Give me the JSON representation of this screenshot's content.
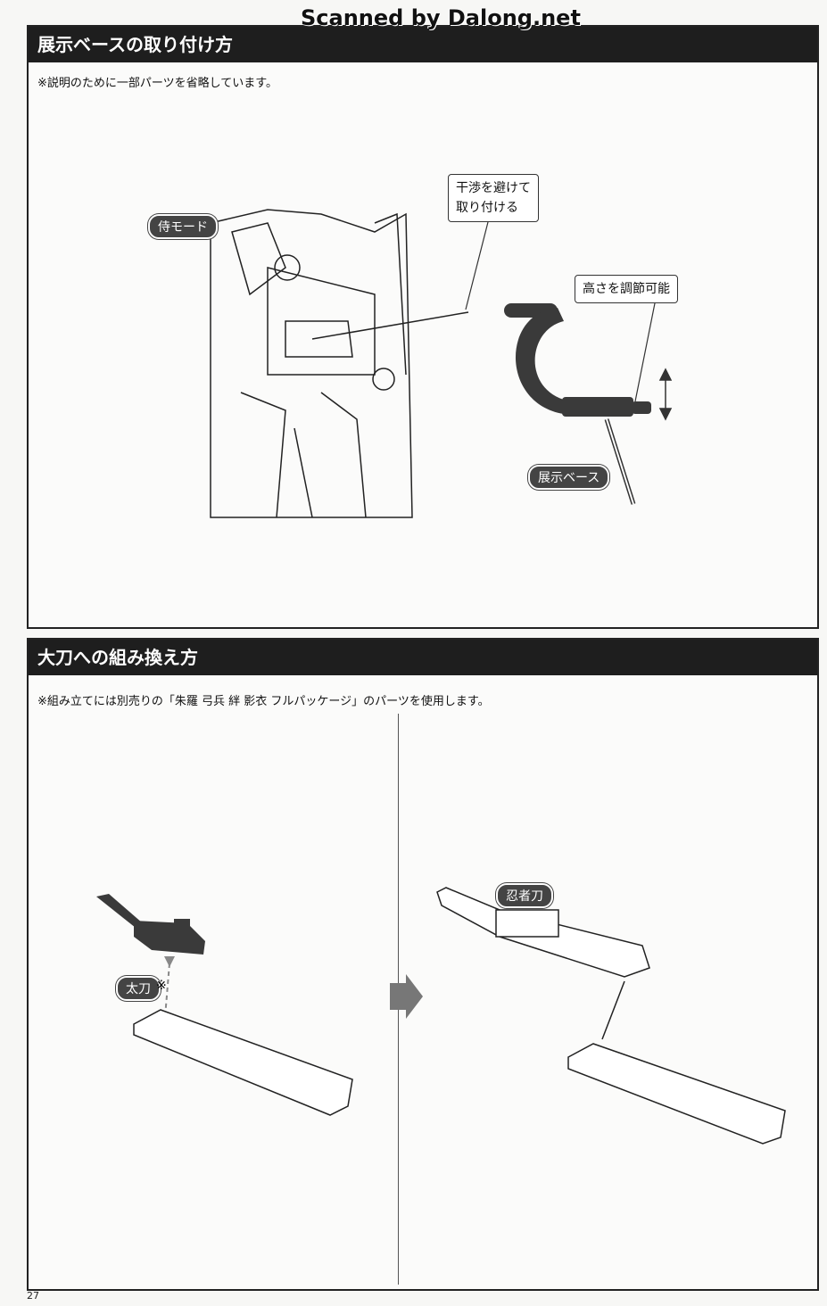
{
  "watermark": "Scanned by Dalong.net",
  "section1": {
    "title": "展示ベースの取り付け方",
    "note": "※説明のために一部パーツを省略しています。",
    "labels": {
      "mode": "侍モード",
      "avoid_line1": "干渉を避けて",
      "avoid_line2": "取り付ける",
      "height": "高さを調節可能",
      "base": "展示ベース"
    }
  },
  "section2": {
    "title": "大刀への組み換え方",
    "note": "※組み立てには別売りの「朱羅 弓兵 絆 影衣 フルパッケージ」のパーツを使用します。",
    "labels": {
      "tachi": "太刀",
      "tachi_mark": "※",
      "ninjato": "忍者刀"
    }
  },
  "page_number": "27"
}
